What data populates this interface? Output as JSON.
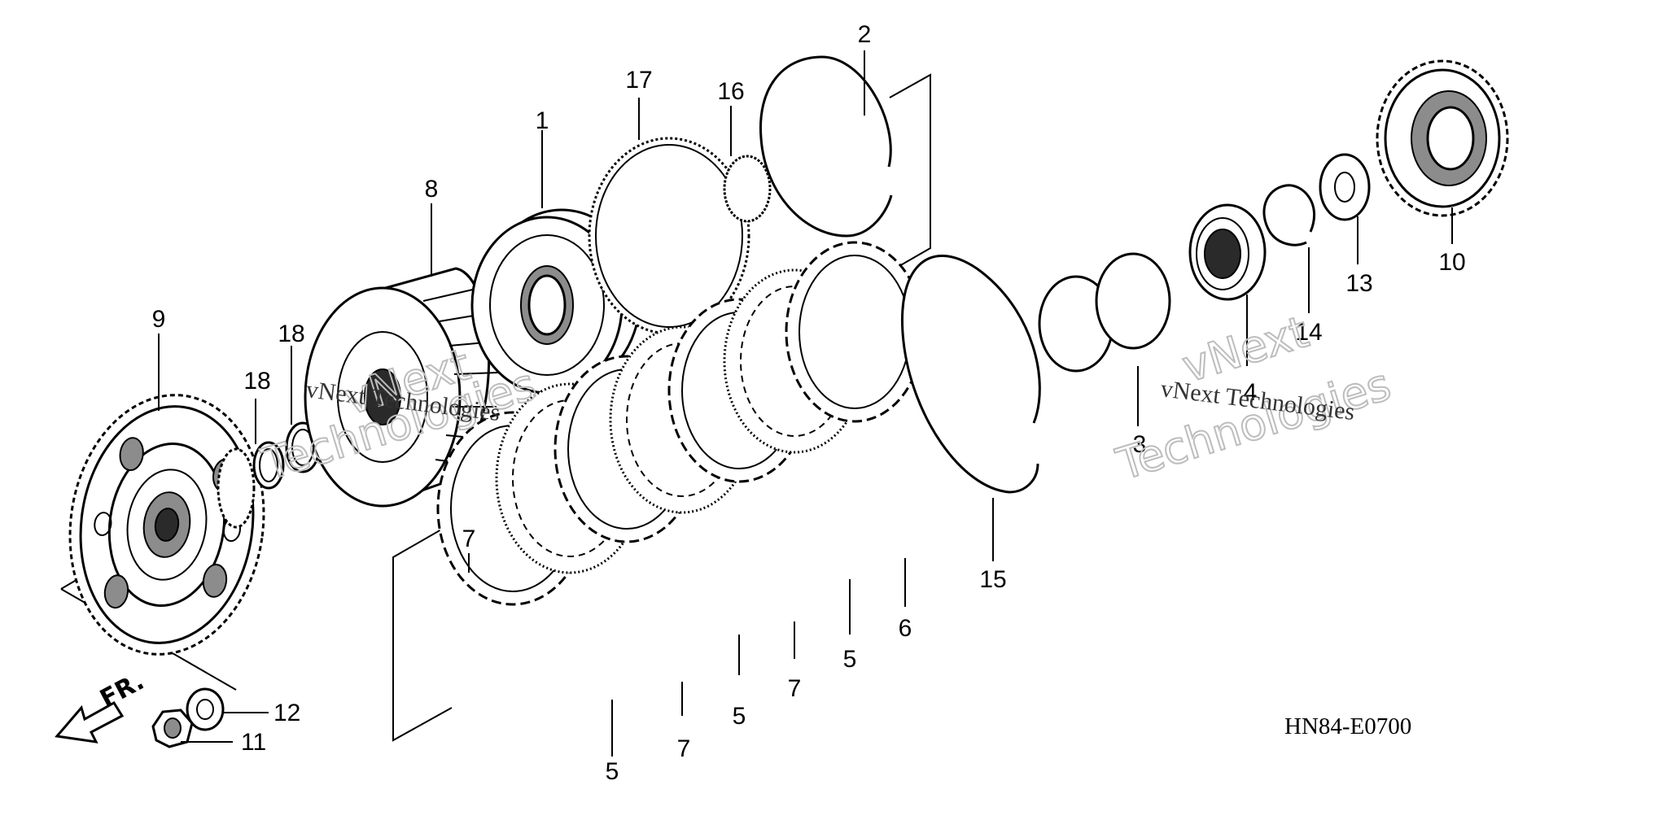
{
  "diagram": {
    "code": "HN84-E0700",
    "front_marker": "FR.",
    "watermarks": {
      "left_caption": "vNext Technologies",
      "left_outline_1": "vNext",
      "left_outline_2": "Technologies",
      "right_caption": "vNext Technologies",
      "right_outline_1": "vNext",
      "right_outline_2": "Technologies"
    },
    "callouts": [
      {
        "id": "c1",
        "label": "1"
      },
      {
        "id": "c2",
        "label": "2"
      },
      {
        "id": "c3",
        "label": "3"
      },
      {
        "id": "c4",
        "label": "4"
      },
      {
        "id": "c5a",
        "label": "5"
      },
      {
        "id": "c5b",
        "label": "5"
      },
      {
        "id": "c5c",
        "label": "5"
      },
      {
        "id": "c6",
        "label": "6"
      },
      {
        "id": "c7a",
        "label": "7"
      },
      {
        "id": "c7b",
        "label": "7"
      },
      {
        "id": "c7c",
        "label": "7"
      },
      {
        "id": "c8",
        "label": "8"
      },
      {
        "id": "c9",
        "label": "9"
      },
      {
        "id": "c10",
        "label": "10"
      },
      {
        "id": "c11",
        "label": "11"
      },
      {
        "id": "c12",
        "label": "12"
      },
      {
        "id": "c13",
        "label": "13"
      },
      {
        "id": "c14",
        "label": "14"
      },
      {
        "id": "c15",
        "label": "15"
      },
      {
        "id": "c16",
        "label": "16"
      },
      {
        "id": "c17",
        "label": "17"
      },
      {
        "id": "c18a",
        "label": "18"
      },
      {
        "id": "c18b",
        "label": "18"
      }
    ]
  }
}
